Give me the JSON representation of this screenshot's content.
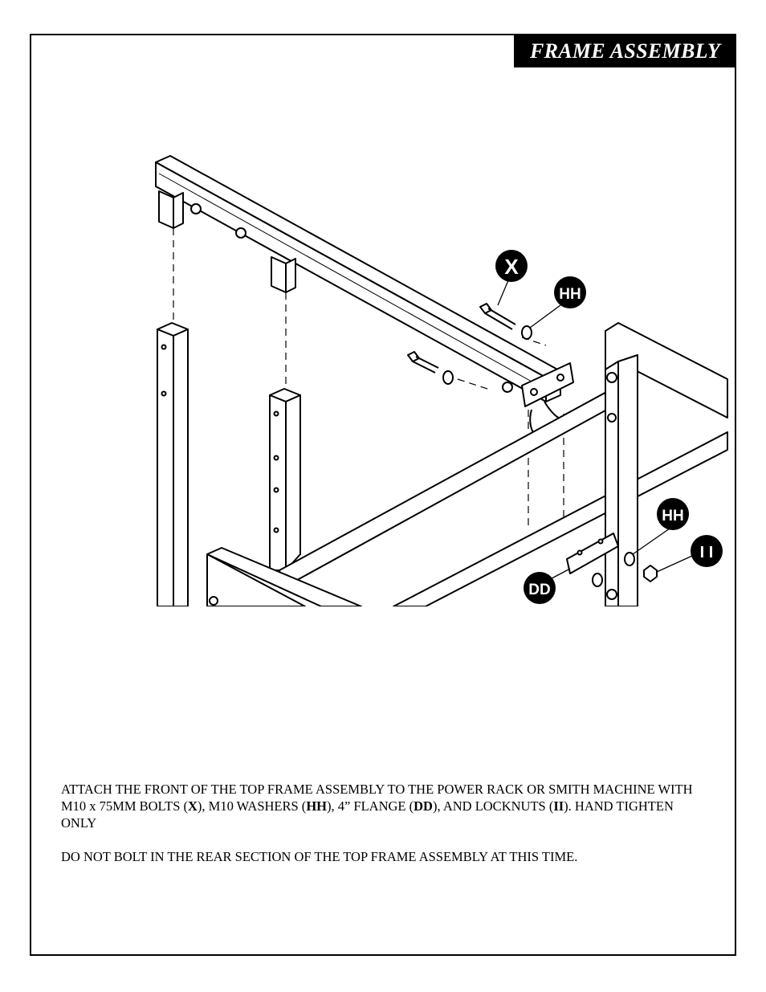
{
  "header": {
    "title": "FRAME ASSEMBLY"
  },
  "diagram": {
    "callouts": {
      "bolt": "X",
      "washer_top": "HH",
      "washer_right": "HH",
      "locknut": "I I",
      "flange": "DD"
    }
  },
  "instructions": {
    "p1": {
      "t1": "ATTACH THE FRONT OF THE TOP FRAME ASSEMBLY TO THE POWER RACK OR SMITH MACHINE WITH M10 x 75MM BOLTS (",
      "b1": "X",
      "t2": "), M10 WASHERS (",
      "b2": "HH",
      "t3": "), 4” FLANGE (",
      "b3": "DD",
      "t4": "), AND LOCKNUTS (",
      "b4": "II",
      "t5": "). HAND TIGHTEN ONLY"
    },
    "p2": "DO NOT BOLT IN THE REAR SECTION OF THE TOP FRAME ASSEMBLY AT THIS TIME."
  }
}
